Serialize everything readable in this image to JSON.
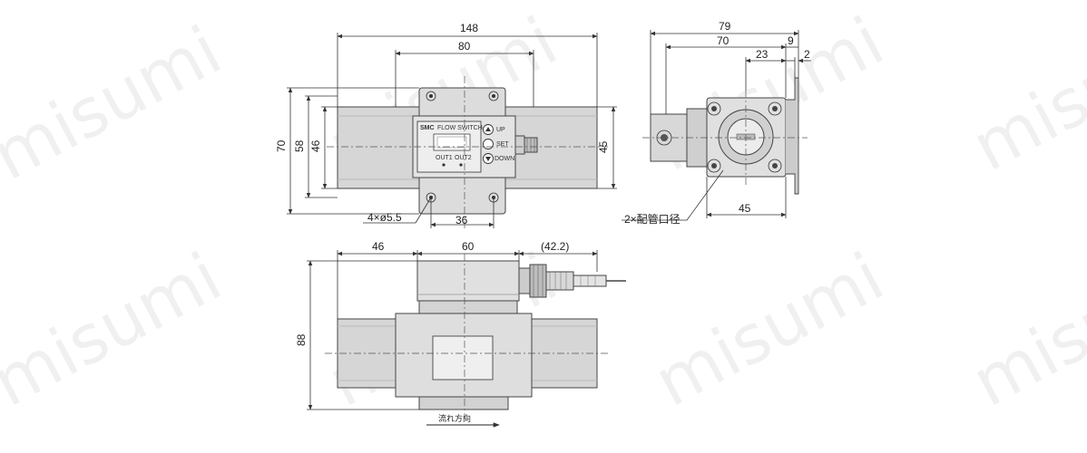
{
  "watermark": {
    "text": "misumi"
  },
  "top_view": {
    "dim_total_length": "148",
    "dim_body_length": "80",
    "dim_height_70": "70",
    "dim_height_58": "58",
    "dim_height_46": "46",
    "dim_height_45": "45",
    "dim_hole_pitch": "36",
    "hole_callout": "4×ø5.5",
    "panel": {
      "brand": "SMC",
      "title": "FLOW SWITCH",
      "up": "UP",
      "set": "SET",
      "down": "DOWN",
      "out1": "OUT1",
      "out2": "OUT2"
    }
  },
  "side_view": {
    "dim_79": "79",
    "dim_70": "70",
    "dim_9": "9",
    "dim_23": "23",
    "dim_2": "2",
    "dim_45": "45",
    "port_callout": "2×配管口径"
  },
  "front_view": {
    "dim_46": "46",
    "dim_60": "60",
    "dim_42": "(42.2)",
    "dim_88": "88",
    "flow_label": "流れ方向"
  },
  "colors": {
    "body_fill": "#d4d4d4",
    "panel_fill": "#e6e6e6",
    "line": "#333333"
  }
}
